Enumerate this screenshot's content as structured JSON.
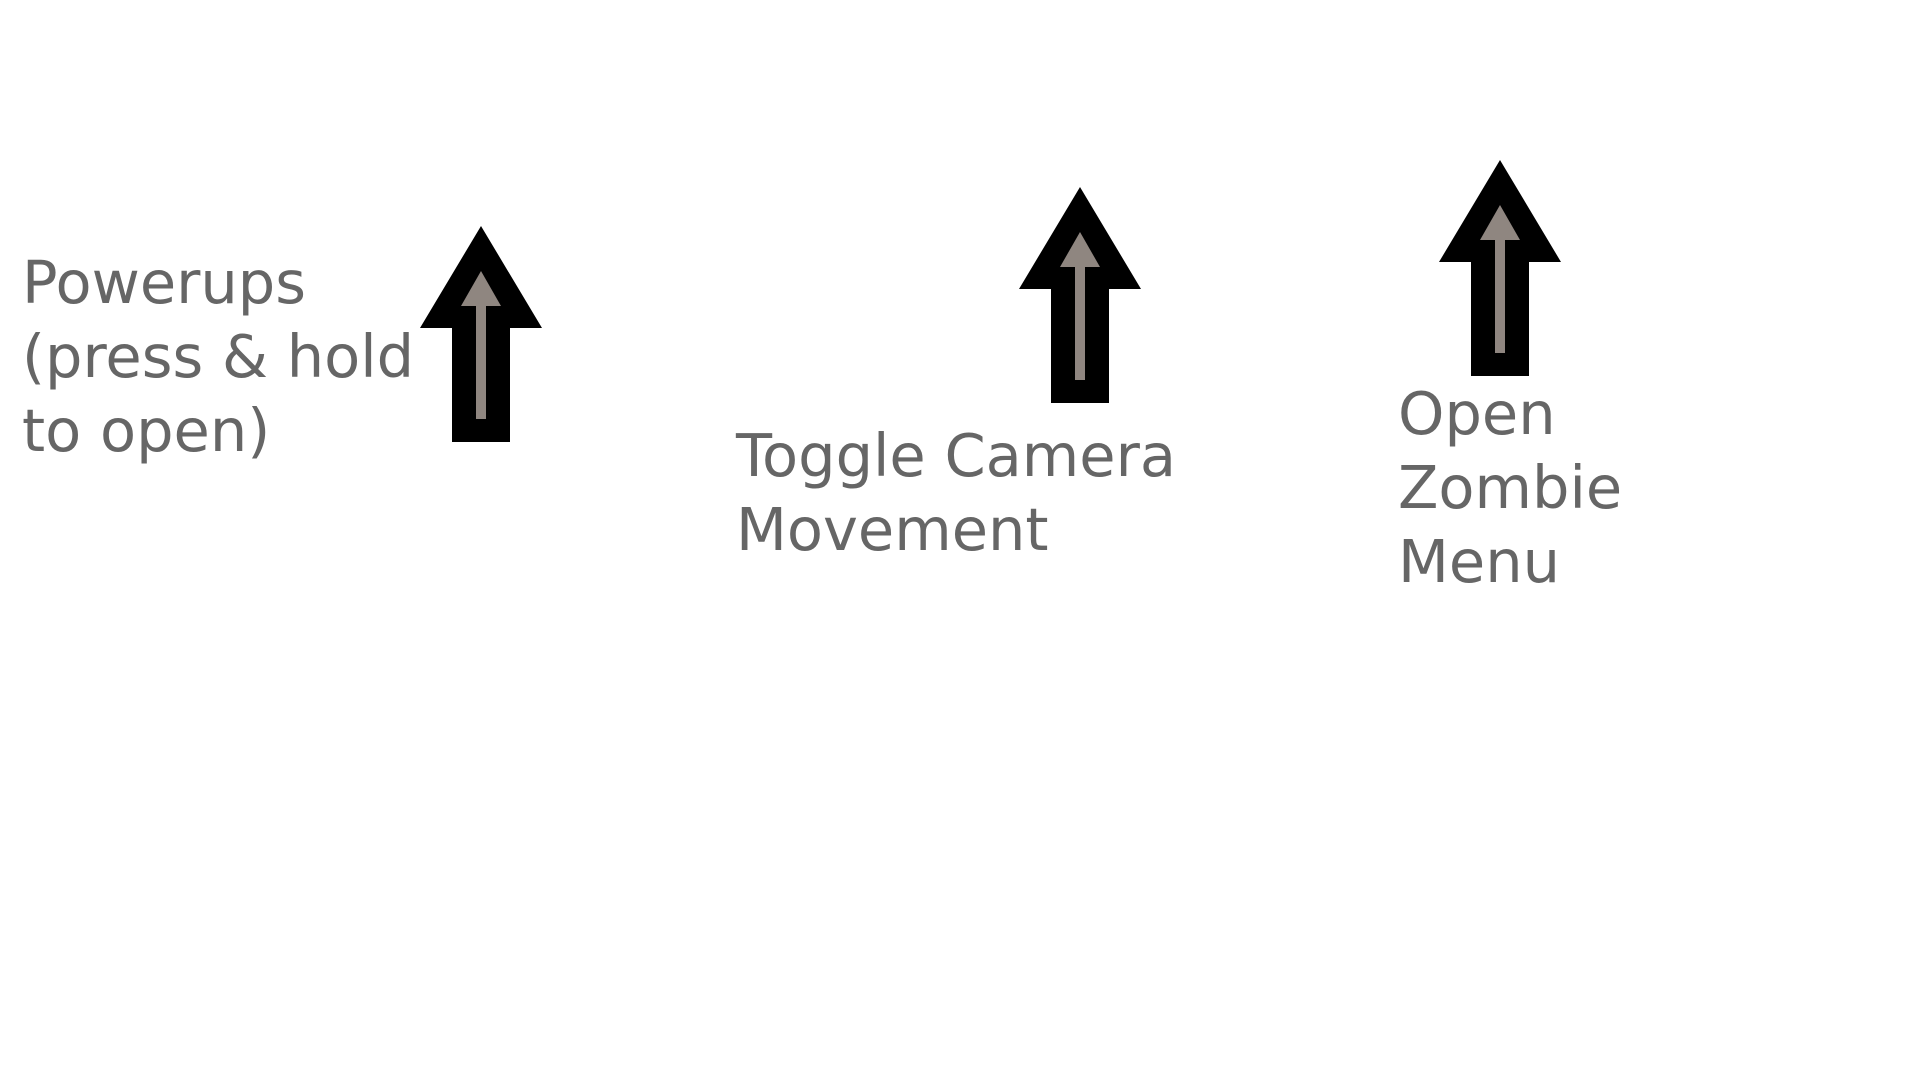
{
  "hints": {
    "powerups": {
      "label": "Powerups\n(press & hold\nto open)",
      "icon": "up-arrow-icon"
    },
    "camera": {
      "label": "Toggle Camera\nMovement",
      "icon": "up-arrow-icon"
    },
    "zombie_menu": {
      "label": "Open\nZombie\nMenu",
      "icon": "up-arrow-icon"
    }
  },
  "colors": {
    "background": "#ffffff",
    "label_text": "#666666",
    "arrow_outline": "#000000",
    "arrow_fill": "#8f8680"
  }
}
